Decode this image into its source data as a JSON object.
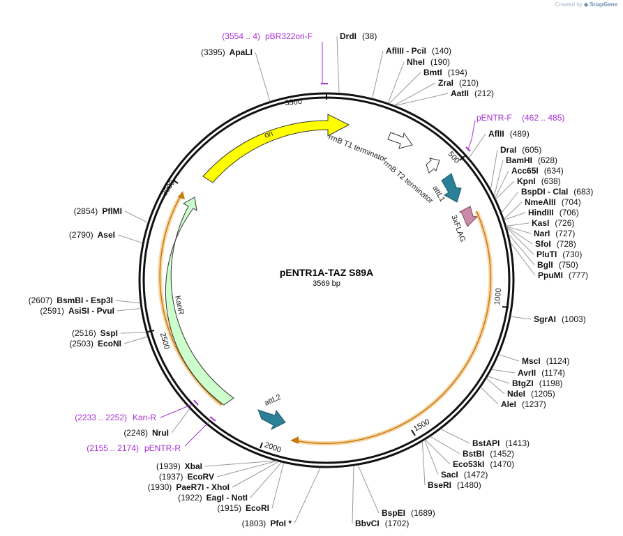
{
  "credit": {
    "created_by": "Created by",
    "brand": "SnapGene"
  },
  "plasmid": {
    "name": "pENTR1A-TAZ S89A",
    "size": "3569 bp",
    "length": 3569
  },
  "ticks": [
    {
      "label": "500",
      "pos": 500
    },
    {
      "label": "1000",
      "pos": 1000
    },
    {
      "label": "1500",
      "pos": 1500
    },
    {
      "label": "2000",
      "pos": 2000
    },
    {
      "label": "2500",
      "pos": 2500
    },
    {
      "label": "3000",
      "pos": 3000
    },
    {
      "label": "3500",
      "pos": 3500
    }
  ],
  "sites": [
    {
      "name": "DrdI",
      "pos_text": "(38)",
      "pos": 38
    },
    {
      "name": "AflIII  - PciI",
      "pos_text": "(140)",
      "pos": 140
    },
    {
      "name": "NheI",
      "pos_text": "(190)",
      "pos": 190
    },
    {
      "name": "BmtI",
      "pos_text": "(194)",
      "pos": 194
    },
    {
      "name": "ZraI",
      "pos_text": "(210)",
      "pos": 210
    },
    {
      "name": "AatII",
      "pos_text": "(212)",
      "pos": 212
    },
    {
      "name": "AflII",
      "pos_text": "(489)",
      "pos": 489
    },
    {
      "name": "DraI",
      "pos_text": "(605)",
      "pos": 605
    },
    {
      "name": "BamHI",
      "pos_text": "(628)",
      "pos": 628
    },
    {
      "name": "Acc65I",
      "pos_text": "(634)",
      "pos": 634
    },
    {
      "name": "KpnI",
      "pos_text": "(638)",
      "pos": 638
    },
    {
      "name": "BspDI  - ClaI",
      "pos_text": "(683)",
      "pos": 683
    },
    {
      "name": "NmeAIII",
      "pos_text": "(704)",
      "pos": 704
    },
    {
      "name": "HindIII",
      "pos_text": "(706)",
      "pos": 706
    },
    {
      "name": "KasI",
      "pos_text": "(726)",
      "pos": 726
    },
    {
      "name": "NarI",
      "pos_text": "(727)",
      "pos": 727
    },
    {
      "name": "SfoI",
      "pos_text": "(728)",
      "pos": 728
    },
    {
      "name": "PluTI",
      "pos_text": "(730)",
      "pos": 730
    },
    {
      "name": "BglI",
      "pos_text": "(750)",
      "pos": 750
    },
    {
      "name": "PpuMI",
      "pos_text": "(777)",
      "pos": 777
    },
    {
      "name": "SgrAI",
      "pos_text": "(1003)",
      "pos": 1003
    },
    {
      "name": "MscI",
      "pos_text": "(1124)",
      "pos": 1124
    },
    {
      "name": "AvrII",
      "pos_text": "(1174)",
      "pos": 1174
    },
    {
      "name": "BtgZI",
      "pos_text": "(1198)",
      "pos": 1198
    },
    {
      "name": "NdeI",
      "pos_text": "(1205)",
      "pos": 1205
    },
    {
      "name": "AleI",
      "pos_text": "(1237)",
      "pos": 1237
    },
    {
      "name": "BstAPI",
      "pos_text": "(1413)",
      "pos": 1413
    },
    {
      "name": "BstBI",
      "pos_text": "(1452)",
      "pos": 1452
    },
    {
      "name": "Eco53kI",
      "pos_text": "(1470)",
      "pos": 1470
    },
    {
      "name": "SacI",
      "pos_text": "(1472)",
      "pos": 1472
    },
    {
      "name": "BseRI",
      "pos_text": "(1480)",
      "pos": 1480
    },
    {
      "name": "BspEI",
      "pos_text": "(1689)",
      "pos": 1689
    },
    {
      "name": "BbvCI",
      "pos_text": "(1702)",
      "pos": 1702
    },
    {
      "name": "PfoI *",
      "pos_text": "(1803)",
      "pos": 1803
    },
    {
      "name": "EcoRI",
      "pos_text": "(1915)",
      "pos": 1915
    },
    {
      "name": "EagI  - NotI",
      "pos_text": "(1922)",
      "pos": 1922
    },
    {
      "name": "PaeR7I  - XhoI",
      "pos_text": "(1930)",
      "pos": 1930
    },
    {
      "name": "EcoRV",
      "pos_text": "(1937)",
      "pos": 1937
    },
    {
      "name": "XbaI",
      "pos_text": "(1939)",
      "pos": 1939
    },
    {
      "name": "NruI",
      "pos_text": "(2248)",
      "pos": 2248
    },
    {
      "name": "EcoNI",
      "pos_text": "(2503)",
      "pos": 2503
    },
    {
      "name": "SspI",
      "pos_text": "(2516)",
      "pos": 2516
    },
    {
      "name": "AsiSI  - PvuI",
      "pos_text": "(2591)",
      "pos": 2591
    },
    {
      "name": "BsmBI  - Esp3I",
      "pos_text": "(2607)",
      "pos": 2607
    },
    {
      "name": "AseI",
      "pos_text": "(2790)",
      "pos": 2790
    },
    {
      "name": "PflMI",
      "pos_text": "(2854)",
      "pos": 2854
    },
    {
      "name": "ApaLI",
      "pos_text": "(3395)",
      "pos": 3395
    }
  ],
  "primers": [
    {
      "name": "pBR322ori-F",
      "range": "(3554 .. 4)",
      "start": 3554,
      "end": 4
    },
    {
      "name": "pENTR-F",
      "range": "(462 .. 485)",
      "start": 462,
      "end": 485
    },
    {
      "name": "Kan-R",
      "range": "(2233 .. 2252)",
      "start": 2233,
      "end": 2252
    },
    {
      "name": "pENTR-R",
      "range": "(2155 .. 2174)",
      "start": 2155,
      "end": 2174
    }
  ],
  "features": [
    {
      "name": "ori",
      "color": "#ffff00"
    },
    {
      "name": "rrnB T1 terminator",
      "color": "#ffffff"
    },
    {
      "name": "rrnB T2 terminator",
      "color": "#ffffff"
    },
    {
      "name": "attL1",
      "color": "#2b7f96"
    },
    {
      "name": "3xFLAG",
      "color": "#c98aa8"
    },
    {
      "name": "attL2",
      "color": "#2b7f96"
    },
    {
      "name": "KanR",
      "color": "#ccffcc"
    }
  ],
  "colors": {
    "primer": "#a62fd3",
    "orf": "#f0a030",
    "backbone": "#111111"
  }
}
